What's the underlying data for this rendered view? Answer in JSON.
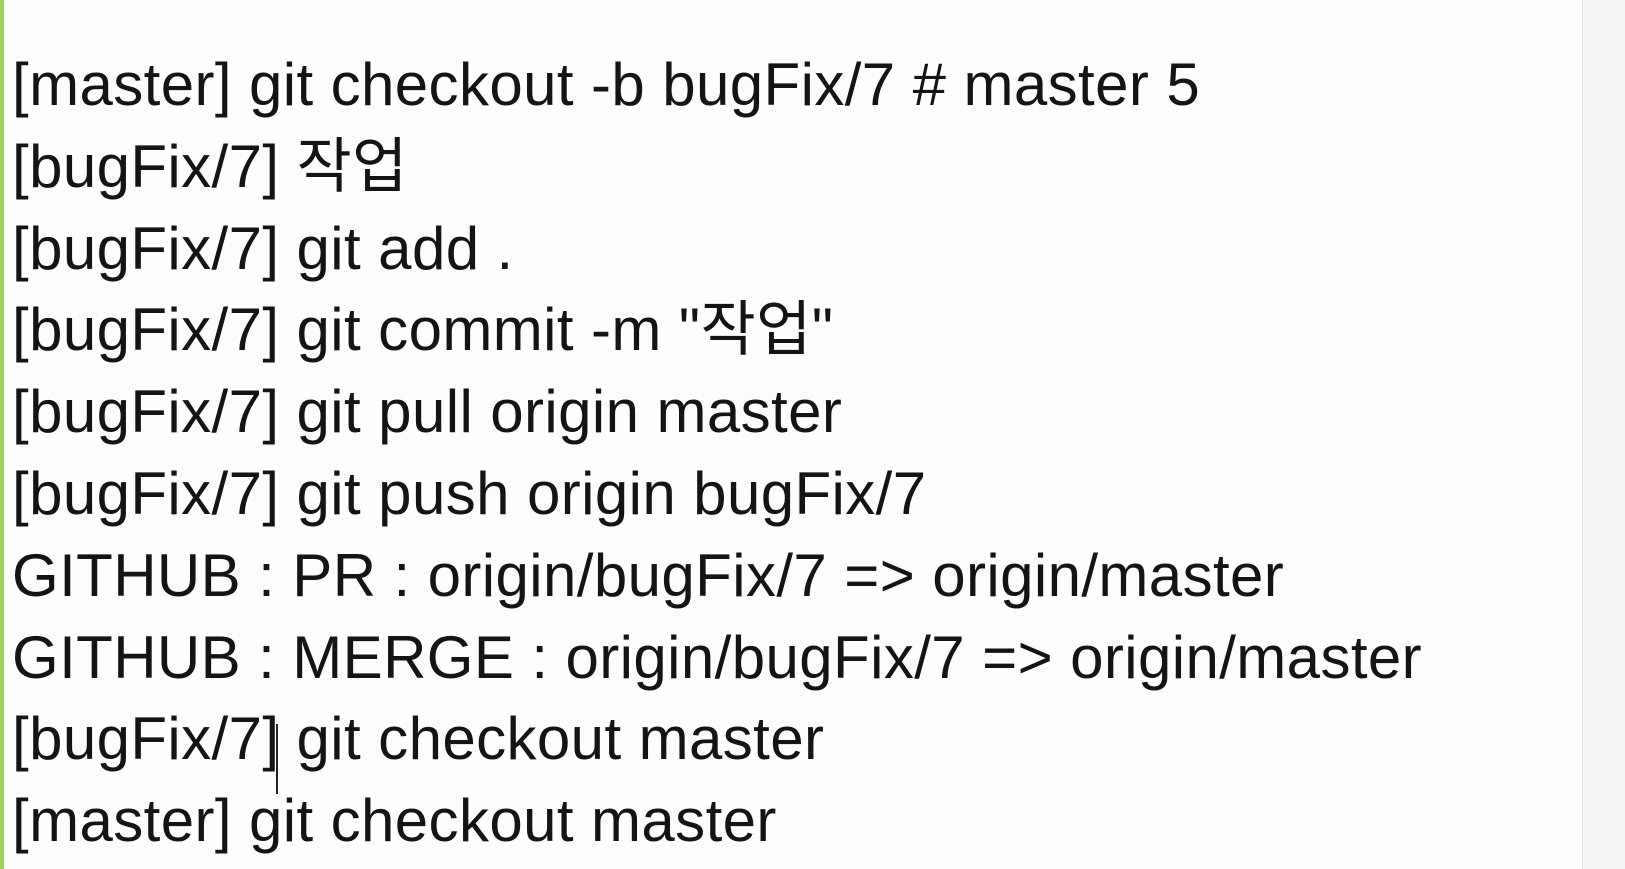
{
  "editor": {
    "lines": [
      "[master] git checkout -b bugFix/7 # master 5",
      "[bugFix/7] 작업",
      "[bugFix/7] git add .",
      "[bugFix/7] git commit -m \"작업\"",
      "[bugFix/7] git pull origin master",
      "[bugFix/7] git push origin bugFix/7",
      "GITHUB : PR : origin/bugFix/7 => origin/master",
      "GITHUB : MERGE : origin/bugFix/7 => origin/master",
      "[bugFix/7] git checkout master",
      "[master] git checkout master"
    ]
  },
  "colors": {
    "gutter": "#9ecf5f",
    "text": "#141414",
    "background": "#fdfdfd"
  }
}
